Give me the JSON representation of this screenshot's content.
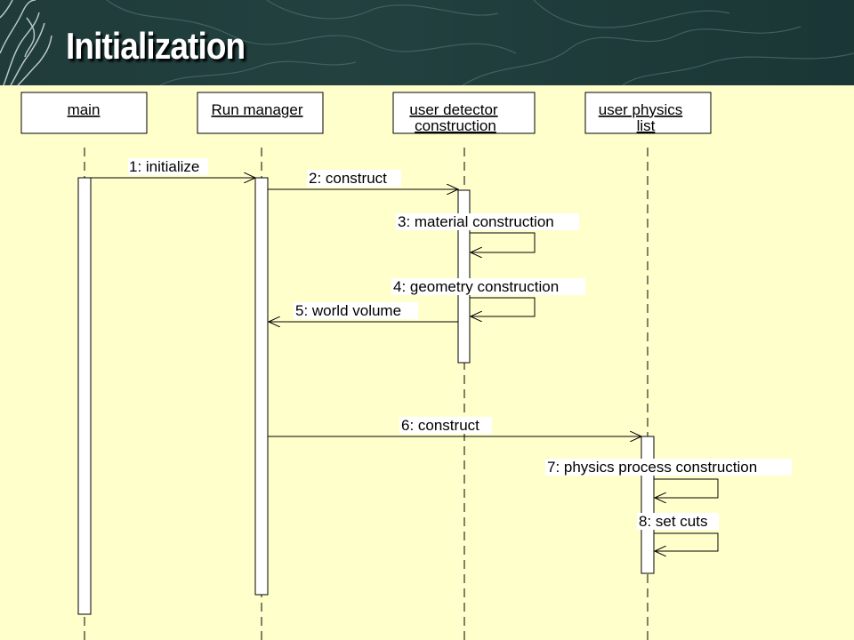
{
  "slide": {
    "title": "Initialization"
  },
  "participants": [
    {
      "line1": "main",
      "line2": ""
    },
    {
      "line1": "Run manager",
      "line2": ""
    },
    {
      "line1": "user detector",
      "line2": "construction"
    },
    {
      "line1": "user physics",
      "line2": "list"
    }
  ],
  "messages": [
    {
      "label": "1: initialize"
    },
    {
      "label": "2: construct"
    },
    {
      "label": "3: material construction"
    },
    {
      "label": "4: geometry construction"
    },
    {
      "label": "5: world volume"
    },
    {
      "label": "6: construct"
    },
    {
      "label": "7: physics process construction"
    },
    {
      "label": "8: set cuts"
    }
  ]
}
